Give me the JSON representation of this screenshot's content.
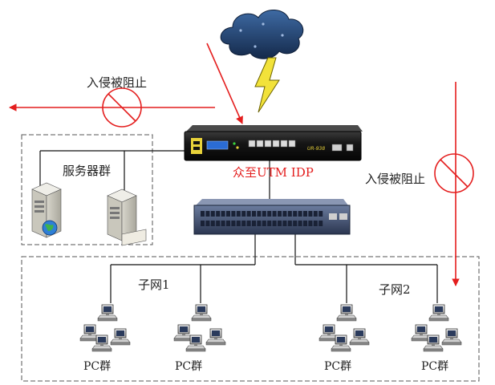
{
  "labels": {
    "intrusion_blocked_left": "入侵被阻止",
    "intrusion_blocked_right": "入侵被阻止",
    "server_group": "服务器群",
    "device": "众至UTM IDP",
    "device_panel": "UR-938",
    "subnet1": "子网1",
    "subnet2": "子网2",
    "pc_group_1": "PC群",
    "pc_group_2": "PC群",
    "pc_group_3": "PC群",
    "pc_group_4": "PC群"
  },
  "icons": {
    "cloud": "storm-cloud-icon",
    "lightning": "lightning-bolt-icon",
    "blocked": "no-entry-icon",
    "server": "server-tower-icon",
    "globe": "globe-icon",
    "device": "utm-appliance-icon",
    "switch": "network-switch-icon",
    "pc": "desktop-computer-icon"
  },
  "colors": {
    "attack_arrow": "#e41e1e",
    "link_line": "#111111",
    "zone_border": "#555555",
    "device_body": "#1b1b1b",
    "device_accent": "#e8d23a",
    "switch_body": "#3b4a6b",
    "cloud": "#1f3f6e",
    "lightning": "#f2e23a",
    "device_label": "#e41e1e"
  }
}
